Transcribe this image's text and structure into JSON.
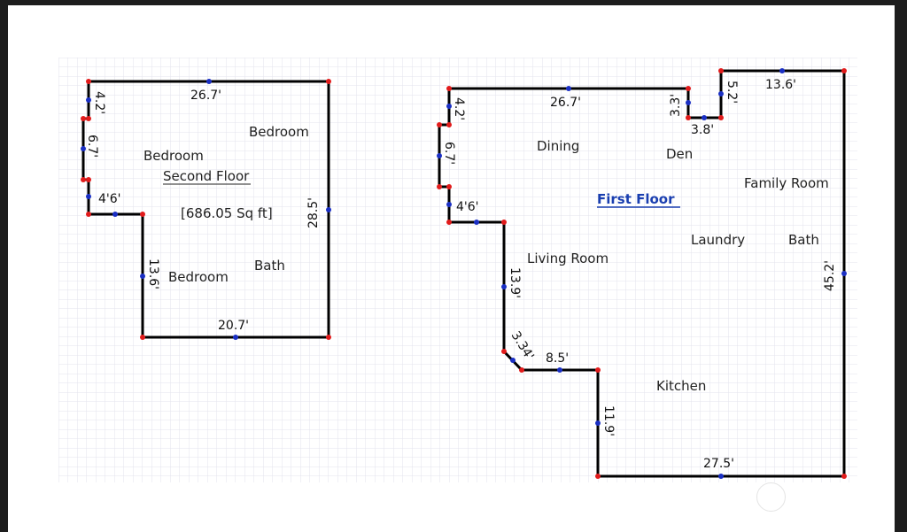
{
  "second_floor": {
    "title": "Second Floor",
    "area": "[686.05 Sq ft]",
    "rooms": [
      "Bedroom",
      "Bedroom",
      "Bedroom",
      "Bath"
    ],
    "dimensions": [
      "26.7'",
      "4.2'",
      "6.7'",
      "4'6'",
      "28.5'",
      "13.6'",
      "20.7'"
    ]
  },
  "first_floor": {
    "title": "First Floor",
    "rooms": [
      "Dining",
      "Den",
      "Family Room",
      "Laundry",
      "Bath",
      "Living Room",
      "Kitchen"
    ],
    "dimensions": [
      "26.7'",
      "4.2'",
      "6.7'",
      "4'6'",
      "3.3'",
      "3.8'",
      "5.2'",
      "13.6'",
      "45.2'",
      "13.9'",
      "3.34'",
      "8.5'",
      "11.9'",
      "27.5'"
    ]
  },
  "colors": {
    "wall": "#000000",
    "corner_node": "#e21b1b",
    "mid_node": "#1a2fc4",
    "grid": "#d9d9e6",
    "title_accent": "#1a3fb0"
  }
}
